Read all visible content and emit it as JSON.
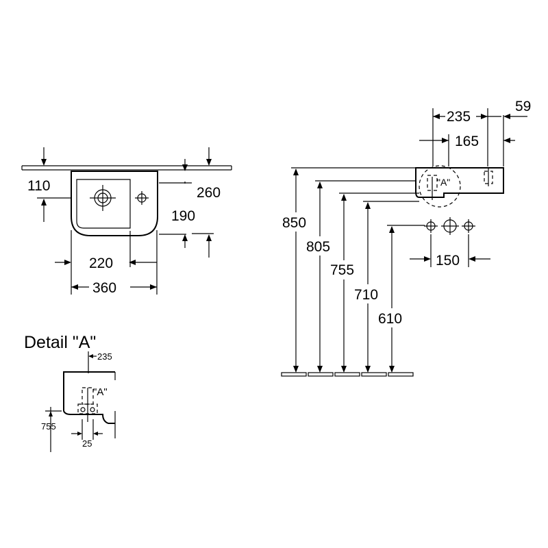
{
  "top_view": {
    "dim_110": "110",
    "dim_260": "260",
    "dim_190": "190",
    "dim_220": "220",
    "dim_360": "360"
  },
  "side_view": {
    "dim_235": "235",
    "dim_59": "59",
    "dim_165": "165",
    "dim_150": "150",
    "label_A": "\"A\"",
    "heights": [
      "850",
      "805",
      "755",
      "710",
      "610"
    ]
  },
  "detail": {
    "title": "Detail \"A\"",
    "dim_235": "235",
    "label_A": "\"A\"",
    "dim_755": "755",
    "dim_25": "25"
  }
}
